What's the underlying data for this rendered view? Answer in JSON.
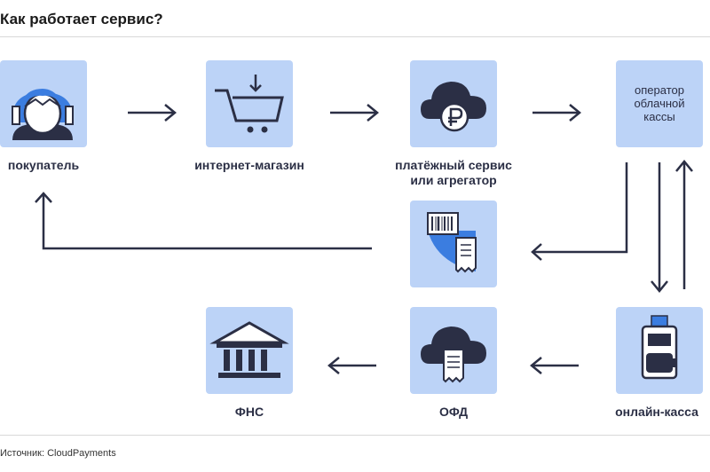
{
  "header": {
    "title": "Как работает сервис?"
  },
  "nodes": {
    "buyer": {
      "label": "покупатель"
    },
    "shop": {
      "label": "интернет-магазин"
    },
    "payment": {
      "label_line1": "платёжный сервис",
      "label_line2": "или агрегатор"
    },
    "operator": {
      "text_line1": "оператор",
      "text_line2": "облачной",
      "text_line3": "кассы"
    },
    "receipt": {},
    "fns": {
      "label": "ФНС"
    },
    "ofd": {
      "label": "ОФД"
    },
    "kassa": {
      "label": "онлайн-касса"
    }
  },
  "footer": {
    "source": "Источник: CloudPayments"
  },
  "colors": {
    "box": "#bcd3f7",
    "line": "#2b2f45",
    "accent": "#3b7de0"
  }
}
